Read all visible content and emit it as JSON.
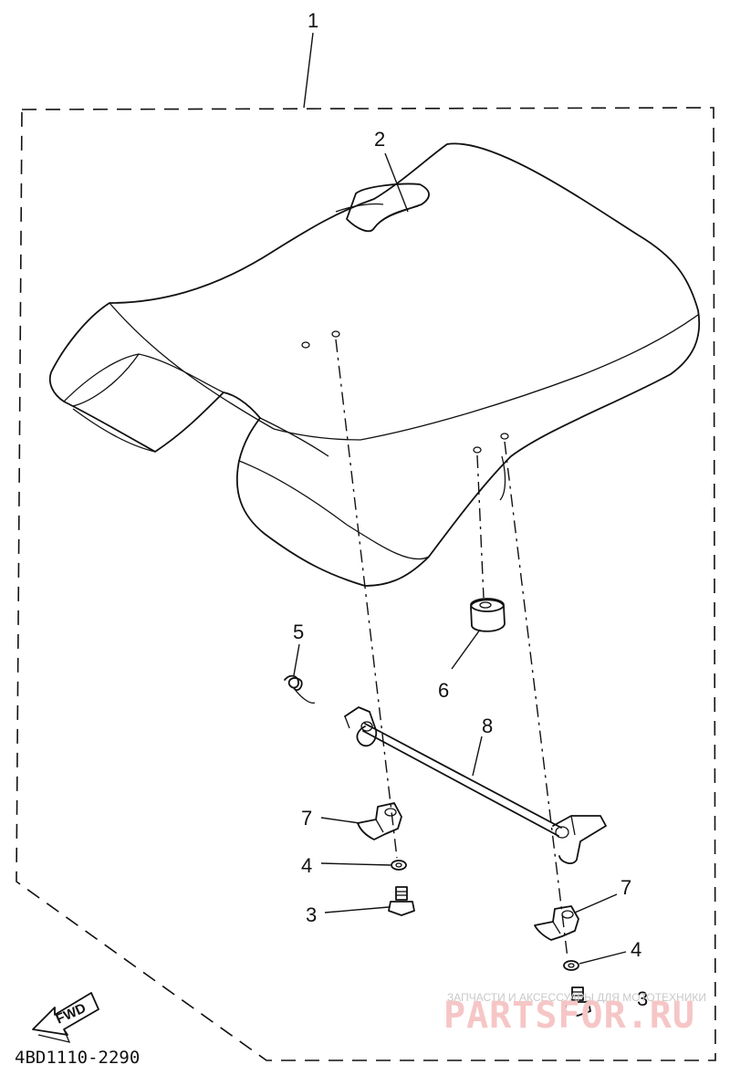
{
  "callouts": {
    "c1": "1",
    "c2": "2",
    "c3a": "3",
    "c3b": "3",
    "c4a": "4",
    "c4b": "4",
    "c5": "5",
    "c6": "6",
    "c7a": "7",
    "c7b": "7",
    "c8": "8"
  },
  "fwd_label": "FWD",
  "diagram_code": "4BD1110-2290",
  "watermark": {
    "top_text": "ЗАПЧАСТИ И АКСЕССУАРЫ ДЛЯ МОТОТЕХНИКИ",
    "logo_text": "PARTSFOR.RU"
  },
  "colors": {
    "ink": "#111111",
    "watermark_red": "#f6c6c6",
    "watermark_gray": "#c9c9c9"
  }
}
